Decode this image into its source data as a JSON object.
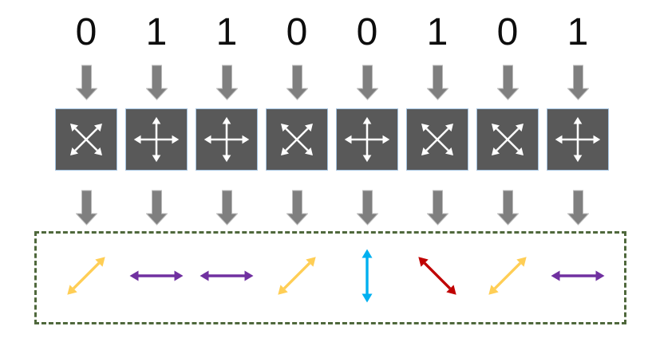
{
  "figure": {
    "description": "Binary bits encoded through polarization bases into colored polarized photon arrows",
    "columns": [
      {
        "bit": "0",
        "basis": "diagonal",
        "photon": {
          "orientation": "diagonal-up",
          "color_name": "yellow"
        }
      },
      {
        "bit": "1",
        "basis": "rectilinear",
        "photon": {
          "orientation": "horizontal",
          "color_name": "purple"
        }
      },
      {
        "bit": "1",
        "basis": "rectilinear",
        "photon": {
          "orientation": "horizontal",
          "color_name": "purple"
        }
      },
      {
        "bit": "0",
        "basis": "diagonal",
        "photon": {
          "orientation": "diagonal-up",
          "color_name": "yellow"
        }
      },
      {
        "bit": "0",
        "basis": "rectilinear",
        "photon": {
          "orientation": "vertical",
          "color_name": "cyan"
        }
      },
      {
        "bit": "1",
        "basis": "diagonal",
        "photon": {
          "orientation": "diagonal-down",
          "color_name": "red"
        }
      },
      {
        "bit": "0",
        "basis": "diagonal",
        "photon": {
          "orientation": "diagonal-up",
          "color_name": "yellow"
        }
      },
      {
        "bit": "1",
        "basis": "rectilinear",
        "photon": {
          "orientation": "horizontal",
          "color_name": "purple"
        }
      }
    ],
    "colors": {
      "yellow": "#ffce55",
      "purple": "#7030a0",
      "cyan": "#00b0f0",
      "red": "#c00000",
      "arrow_gray": "#7f7f7f",
      "arrow_gray_outline": "#bababa",
      "square_fill": "#595959",
      "square_border": "#a2c2e0",
      "glyph_white": "#ffffff",
      "dashed_border_green": "#4f683c",
      "bit_text": "#0d0d0d"
    }
  }
}
